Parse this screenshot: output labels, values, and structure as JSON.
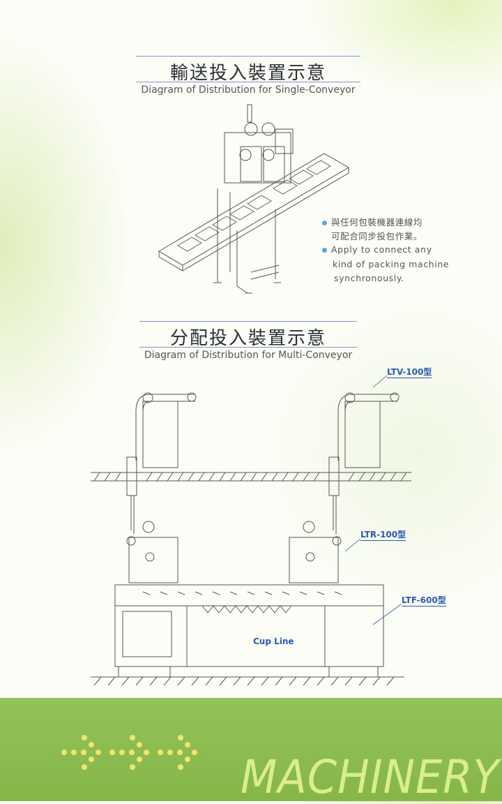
{
  "section1": {
    "title_zh": "輸送投入裝置示意",
    "title_en": "Diagram of Distribution for Single-Conveyor",
    "bullets": [
      {
        "line1": "與任何包裝機器連線均",
        "line2": "可配合同步投包作業。"
      },
      {
        "line1": "Apply to connect any",
        "line2": "kind of packing machine",
        "line3": "synchronously."
      }
    ]
  },
  "section2": {
    "title_zh": "分配投入裝置示意",
    "title_en": "Diagram of Distribution for Multi-Conveyor",
    "labels": {
      "ltv": "LTV-100型",
      "ltr": "LTR-100型",
      "ltf": "LTF-600型",
      "cup_line": "Cup Line"
    }
  },
  "footer": {
    "brand": "MACHINERY"
  },
  "colors": {
    "accent_blue": "#2a5ab0",
    "band_green": "#8cbc52",
    "dots_yellow": "#f5e46a"
  }
}
